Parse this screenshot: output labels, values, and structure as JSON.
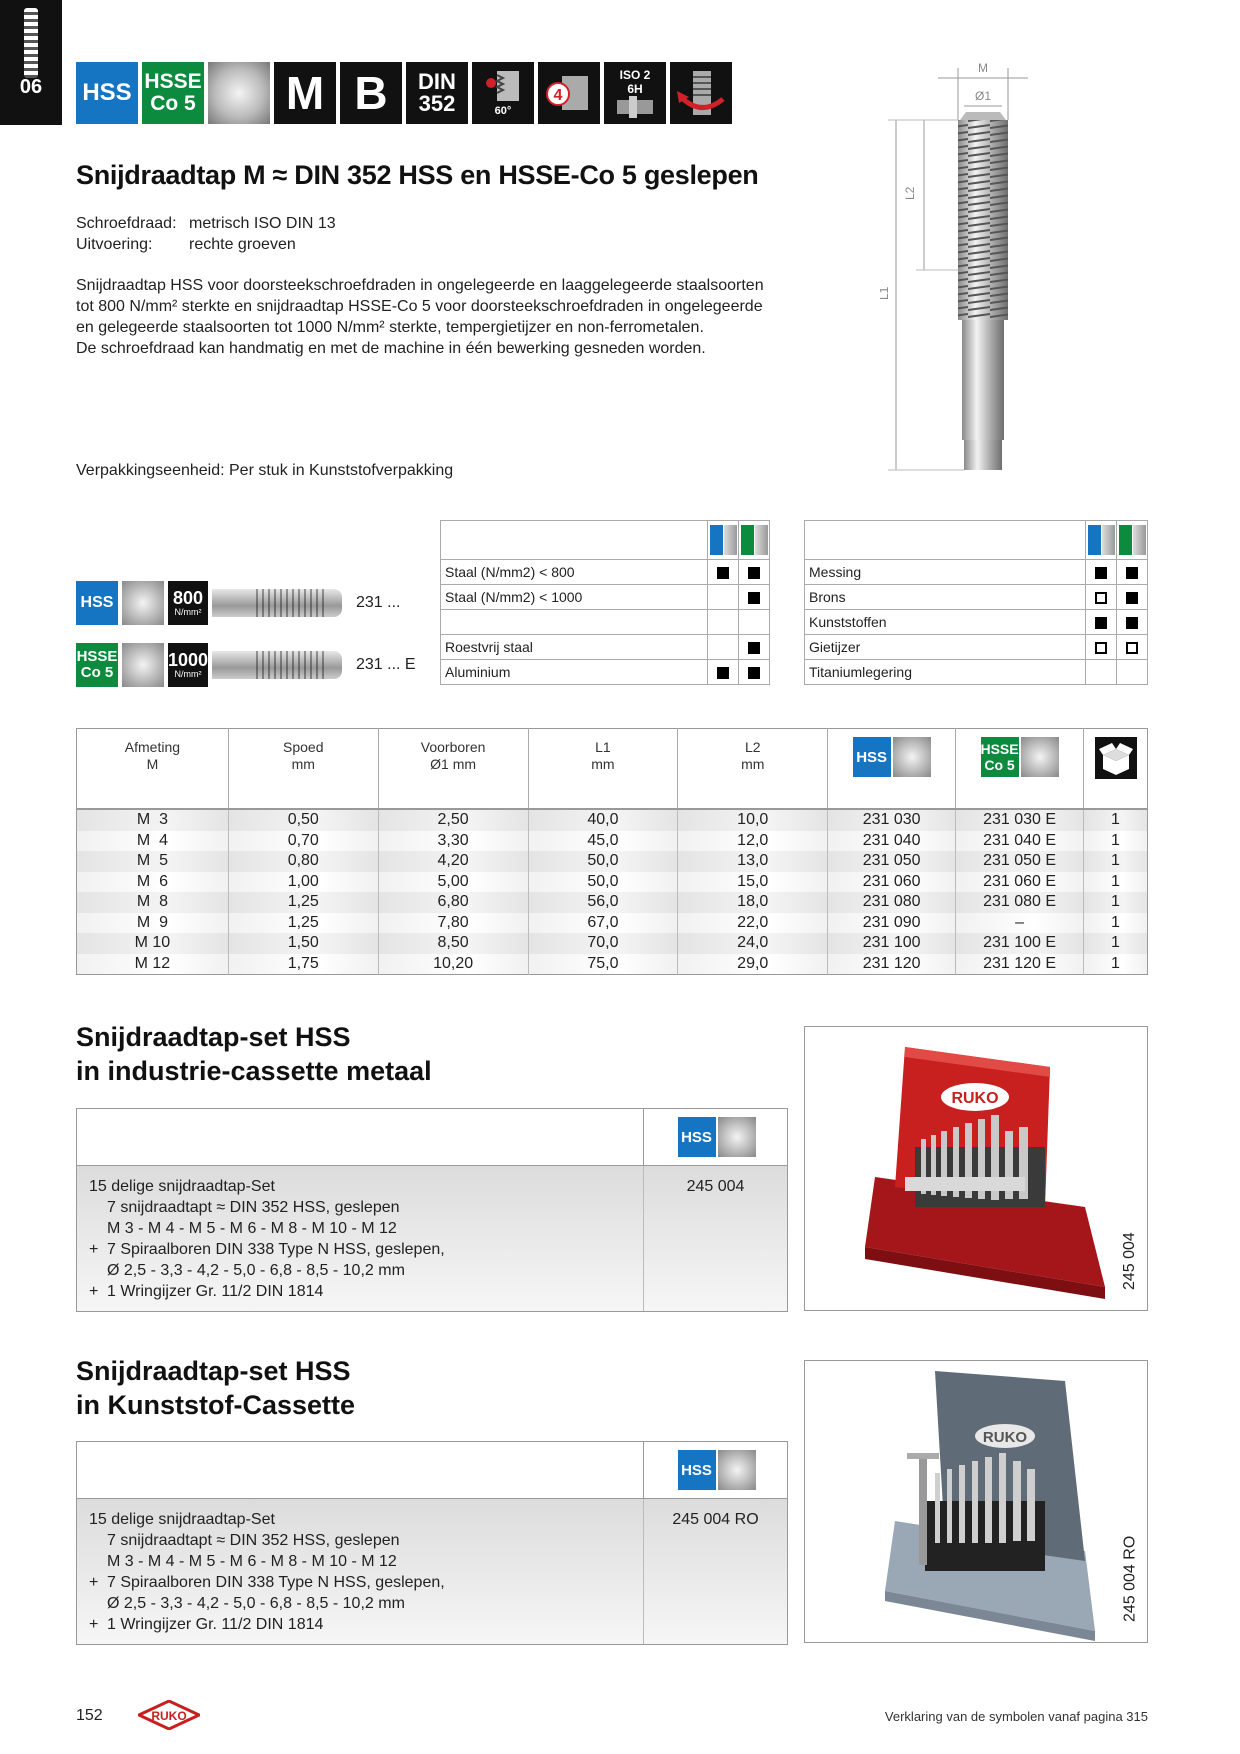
{
  "tab": {
    "number": "06"
  },
  "iconbar": {
    "hss": "HSS",
    "hsse_1": "HSSE",
    "hsse_2": "Co 5",
    "m": "M",
    "b": "B",
    "din_1": "DIN",
    "din_2": "352",
    "angle": "60°",
    "four": "4",
    "iso_1": "ISO 2",
    "iso_2": "6H"
  },
  "title": "Snijdraadtap M ≈ DIN 352 HSS en HSSE-Co 5 geslepen",
  "spec": {
    "thread_label": "Schroefdraad:",
    "thread_value": "metrisch ISO DIN 13",
    "version_label": "Uitvoering:",
    "version_value": "rechte groeven"
  },
  "description": [
    "Snijdraadtap HSS voor doorsteekschroefdraden in ongelegeerde en laaggelegeerde staalsoorten",
    "tot 800 N/mm² sterkte en snijdraadtap HSSE-Co 5 voor doorsteekschroefdraden in ongelegeerde",
    "en gelegeerde staalsoorten tot 1000 N/mm² sterkte, tempergietijzer en non-ferrometalen.",
    "De schroefdraad kan handmatig en met de machine in één bewerking gesneden worden."
  ],
  "packaging": "Verpakkingseenheid: Per stuk in Kunststofverpakking",
  "drawing": {
    "m": "M",
    "d1": "Ø1",
    "l1": "L1",
    "l2": "L2"
  },
  "variants": [
    {
      "type": "HSS",
      "strength": "800",
      "unit": "N/mm²",
      "code": "231 ..."
    },
    {
      "type_1": "HSSE",
      "type_2": "Co 5",
      "strength": "1000",
      "unit": "N/mm²",
      "code": "231 ... E"
    }
  ],
  "materials_left": [
    {
      "name": "Staal (N/mm2) < 800",
      "hss": "filled",
      "hsse": "filled"
    },
    {
      "name": "Staal (N/mm2) < 1000",
      "hss": "",
      "hsse": "filled"
    },
    {
      "name": "",
      "hss": "",
      "hsse": ""
    },
    {
      "name": "Roestvrij staal",
      "hss": "",
      "hsse": "filled"
    },
    {
      "name": "Aluminium",
      "hss": "filled",
      "hsse": "filled"
    }
  ],
  "materials_right": [
    {
      "name": "Messing",
      "hss": "filled",
      "hsse": "filled"
    },
    {
      "name": "Brons",
      "hss": "empty",
      "hsse": "filled"
    },
    {
      "name": "Kunststoffen",
      "hss": "filled",
      "hsse": "filled"
    },
    {
      "name": "Gietijzer",
      "hss": "empty",
      "hsse": "empty"
    },
    {
      "name": "Titaniumlegering",
      "hss": "",
      "hsse": ""
    }
  ],
  "table": {
    "headers": [
      {
        "l1": "Afmeting",
        "l2": "M"
      },
      {
        "l1": "Spoed",
        "l2": "mm"
      },
      {
        "l1": "Voorboren",
        "l2": "Ø1 mm"
      },
      {
        "l1": "L1",
        "l2": "mm"
      },
      {
        "l1": "L2",
        "l2": "mm"
      }
    ],
    "hss": "HSS",
    "hsse_1": "HSSE",
    "hsse_2": "Co 5",
    "rows": [
      [
        "M  3",
        "0,50",
        "2,50",
        "40,0",
        "10,0",
        "231 030",
        "231 030 E",
        "1"
      ],
      [
        "M  4",
        "0,70",
        "3,30",
        "45,0",
        "12,0",
        "231 040",
        "231 040 E",
        "1"
      ],
      [
        "M  5",
        "0,80",
        "4,20",
        "50,0",
        "13,0",
        "231 050",
        "231 050 E",
        "1"
      ],
      [
        "M  6",
        "1,00",
        "5,00",
        "50,0",
        "15,0",
        "231 060",
        "231 060 E",
        "1"
      ],
      [
        "M  8",
        "1,25",
        "6,80",
        "56,0",
        "18,0",
        "231 080",
        "231 080 E",
        "1"
      ],
      [
        "M  9",
        "1,25",
        "7,80",
        "67,0",
        "22,0",
        "231 090",
        "–",
        "1"
      ],
      [
        "M 10",
        "1,50",
        "8,50",
        "70,0",
        "24,0",
        "231 100",
        "231 100 E",
        "1"
      ],
      [
        "M 12",
        "1,75",
        "10,20",
        "75,0",
        "29,0",
        "231 120",
        "231 120 E",
        "1"
      ]
    ]
  },
  "set1": {
    "title_1": "Snijdraadtap-set HSS",
    "title_2": "in industrie-cassette metaal",
    "badge": "HSS",
    "line1": "15 delige snijdraadtap-Set",
    "line2": "7 snijdraadtapt ≈ DIN 352 HSS, geslepen",
    "line3": "M 3 - M 4 - M 5 - M 6 - M 8 - M 10 - M 12",
    "line4": "7 Spiraalboren DIN 338 Type N HSS, geslepen,",
    "line5": "Ø 2,5 - 3,3 - 4,2 - 5,0 - 6,8 - 8,5 - 10,2 mm",
    "line6": "1 Wringijzer Gr. 11/2 DIN 1814",
    "plus": "+",
    "article": "245 004",
    "photo_label": "245 004",
    "brand": "RUKO"
  },
  "set2": {
    "title_1": "Snijdraadtap-set HSS",
    "title_2": "in Kunststof-Cassette",
    "badge": "HSS",
    "line1": "15 delige snijdraadtap-Set",
    "line2": "7 snijdraadtapt ≈ DIN 352 HSS, geslepen",
    "line3": "M 3 - M 4 - M 5 - M 6 - M 8 - M 10 - M 12",
    "line4": "7 Spiraalboren DIN 338 Type N HSS, geslepen,",
    "line5": "Ø 2,5 - 3,3 - 4,2 - 5,0 - 6,8 - 8,5 - 10,2 mm",
    "line6": "1 Wringijzer Gr. 11/2 DIN 1814",
    "plus": "+",
    "article": "245 004 RO",
    "photo_label": "245 004 RO",
    "brand": "RUKO"
  },
  "footer": {
    "page": "152",
    "brand": "RUKO",
    "note": "Verklaring van de symbolen vanaf pagina 315"
  },
  "colors": {
    "hss_blue": "#1575c2",
    "hsse_green": "#0c8a3e",
    "cassette_red": "#c8201e",
    "cassette_grey": "#8a96a4"
  }
}
